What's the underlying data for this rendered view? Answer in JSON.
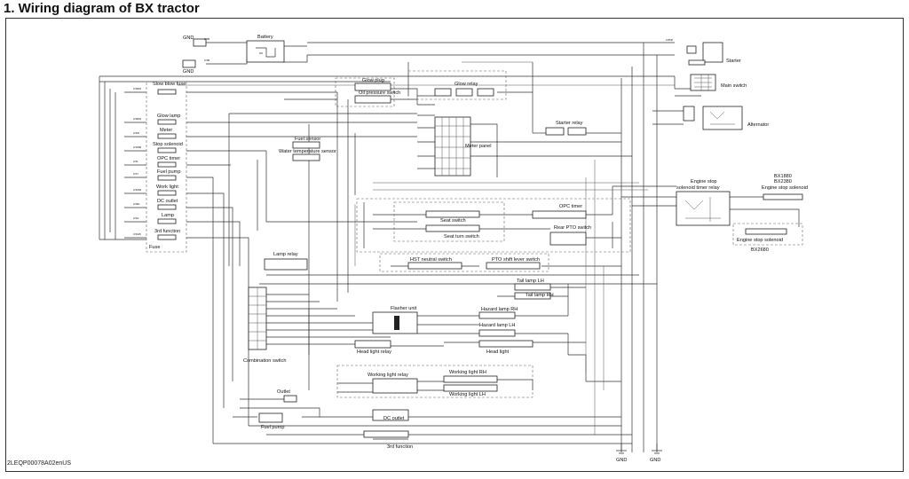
{
  "title": "1. Wiring diagram of BX tractor",
  "doc_code": "2LEQP00078A02enUS",
  "labels": {
    "gnd": "GND",
    "battery": "Battery",
    "starter": "Starter",
    "main_switch": "Main switch",
    "alternator": "Alternator",
    "slow_blow_fuse": "Slow blow fuse",
    "glow_lamp": "Glow lamp",
    "meter": "Meter",
    "stop_solenoid": "Stop solenoid",
    "opc_timer": "OPC timer",
    "fuel_pump": "Fuel pump",
    "work_light": "Work light",
    "dc_outlet": "DC outlet",
    "lamp": "Lamp",
    "third_function": "3rd function",
    "fuse": "Fuse",
    "glow_plug": "Glow plug",
    "oil_pressure_switch": "Oil pressure switch",
    "glow_relay": "Glow relay",
    "starter_relay": "Starter relay",
    "fuel_sensor": "Fuel sensor",
    "water_temperature_sensor": "Water temperature sensor",
    "meter_panel": "Meter panel",
    "engine_stop_solenoid_timer_relay_1": "Engine stop",
    "engine_stop_solenoid_timer_relay_2": "solenoid timer relay",
    "model_1": "BX1880",
    "model_2": "BX2380",
    "engine_stop_solenoid": "Engine stop solenoid",
    "engine_stop_solenoid_b": "Engine stop solenoid",
    "model_3": "BX2680",
    "seat_switch": "Seat switch",
    "seat_turn_switch": "Seat turn switch",
    "rear_pto_switch": "Rear PTO switch",
    "lamp_relay": "Lamp relay",
    "hst_neutral_switch": "HST neutral switch",
    "pto_shift_lever_switch": "PTO shift lever switch",
    "tail_lamp_lh": "Tail lamp LH",
    "tail_lamp_rh": "Tail lamp RH",
    "hazard_lamp_rh": "Hazard lamp RH",
    "hazard_lamp_lh": "Hazard lamp LH",
    "flasher_unit": "Flasher unit",
    "head_light": "Head light",
    "head_light_relay": "Head light relay",
    "combination_switch": "Combination switch",
    "working_light_rh": "Working light RH",
    "working_light_lh": "Working light LH",
    "working_light_relay": "Working light relay",
    "outlet": "Outlet"
  }
}
